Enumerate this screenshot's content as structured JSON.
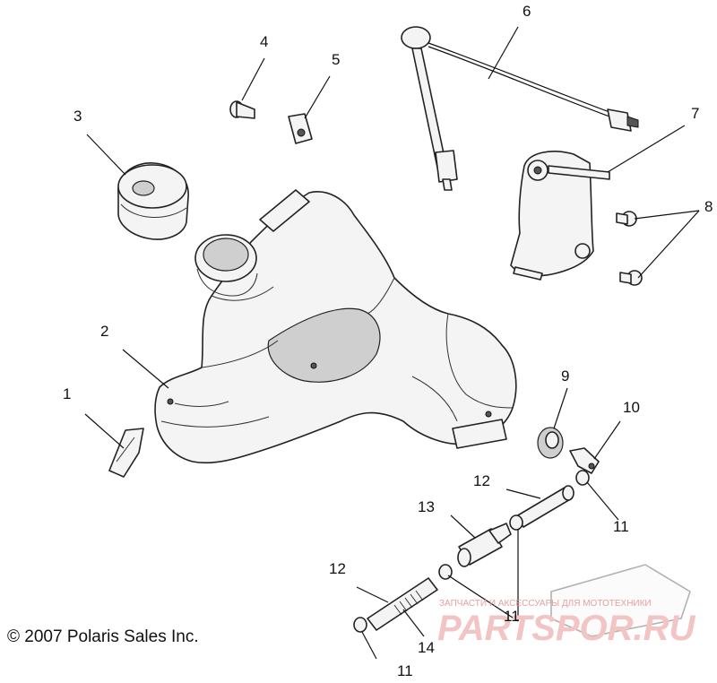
{
  "callouts": {
    "c1": "1",
    "c2": "2",
    "c3": "3",
    "c4": "4",
    "c5": "5",
    "c6": "6",
    "c7": "7",
    "c8": "8",
    "c9": "9",
    "c10": "10",
    "c11a": "11",
    "c11b": "11",
    "c11c": "11",
    "c12a": "12",
    "c12b": "12",
    "c13": "13",
    "c14": "14"
  },
  "copyright": "© 2007 Polaris Sales Inc.",
  "watermark": {
    "tagline": "ЗАПЧАСТИ И АКСЕССУАРЫ ДЛЯ МОТОТЕХНИКИ",
    "brand": "PARTSPOR.RU"
  }
}
